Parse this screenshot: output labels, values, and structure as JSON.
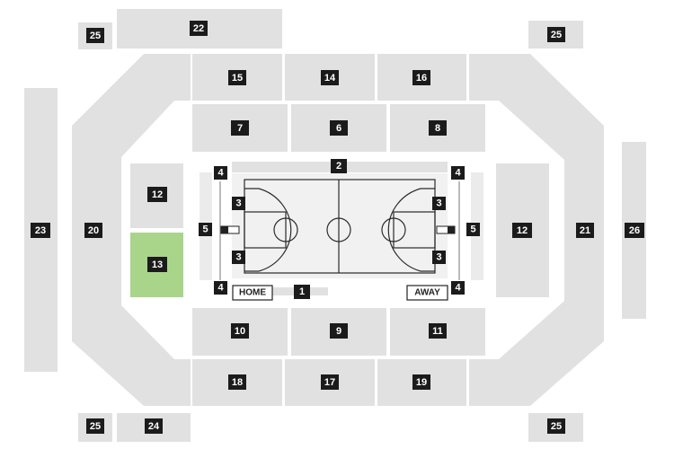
{
  "colors": {
    "section": "#e1e1e1",
    "selected": "#a9d58b",
    "label_bg": "#1b1b1b",
    "label_fg": "#ffffff",
    "court": "#f1f1f1",
    "court_line": "#2a2a2a"
  },
  "sections": {
    "s1": "1",
    "s2": "2",
    "s3_tl": "3",
    "s3_bl": "3",
    "s3_tr": "3",
    "s3_br": "3",
    "s4_tl": "4",
    "s4_bl": "4",
    "s4_tr": "4",
    "s4_br": "4",
    "s5_l": "5",
    "s5_r": "5",
    "s6": "6",
    "s7": "7",
    "s8": "8",
    "s9": "9",
    "s10": "10",
    "s11": "11",
    "s12_l": "12",
    "s12_r": "12",
    "s13": "13",
    "s14": "14",
    "s15": "15",
    "s16": "16",
    "s17": "17",
    "s18": "18",
    "s19": "19",
    "s20": "20",
    "s21": "21",
    "s22": "22",
    "s23": "23",
    "s24": "24",
    "s25_tl": "25",
    "s25_tr": "25",
    "s25_bl": "25",
    "s25_br": "25",
    "s26": "26"
  },
  "selected_section": "13",
  "court": {
    "home_label": "HOME",
    "away_label": "AWAY"
  }
}
